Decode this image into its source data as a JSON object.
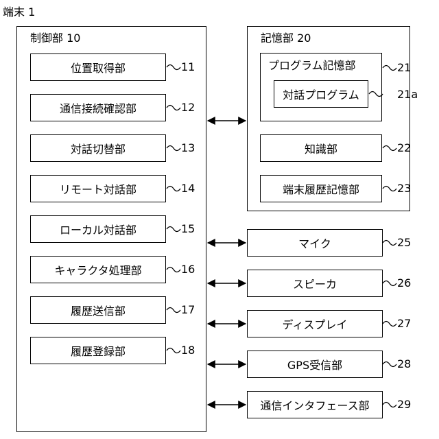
{
  "terminal": {
    "title": "端末 1"
  },
  "control": {
    "title": "制御部 10",
    "units": [
      {
        "label": "位置取得部",
        "ref": "11"
      },
      {
        "label": "通信接続確認部",
        "ref": "12"
      },
      {
        "label": "対話切替部",
        "ref": "13"
      },
      {
        "label": "リモート対話部",
        "ref": "14"
      },
      {
        "label": "ローカル対話部",
        "ref": "15"
      },
      {
        "label": "キャラクタ処理部",
        "ref": "16"
      },
      {
        "label": "履歴送信部",
        "ref": "17"
      },
      {
        "label": "履歴登録部",
        "ref": "18"
      }
    ]
  },
  "storage": {
    "title": "記憶部 20",
    "program_storage": {
      "label": "プログラム記憶部",
      "ref": "21"
    },
    "dialogue_program": {
      "label": "対話プログラム",
      "ref": "21a"
    },
    "knowledge": {
      "label": "知識部",
      "ref": "22"
    },
    "history_storage": {
      "label": "端末履歴記憶部",
      "ref": "23"
    }
  },
  "peripherals": [
    {
      "label": "マイク",
      "ref": "25"
    },
    {
      "label": "スピーカ",
      "ref": "26"
    },
    {
      "label": "ディスプレイ",
      "ref": "27"
    },
    {
      "label": "GPS受信部",
      "ref": "28"
    },
    {
      "label": "通信インタフェース部",
      "ref": "29"
    }
  ]
}
